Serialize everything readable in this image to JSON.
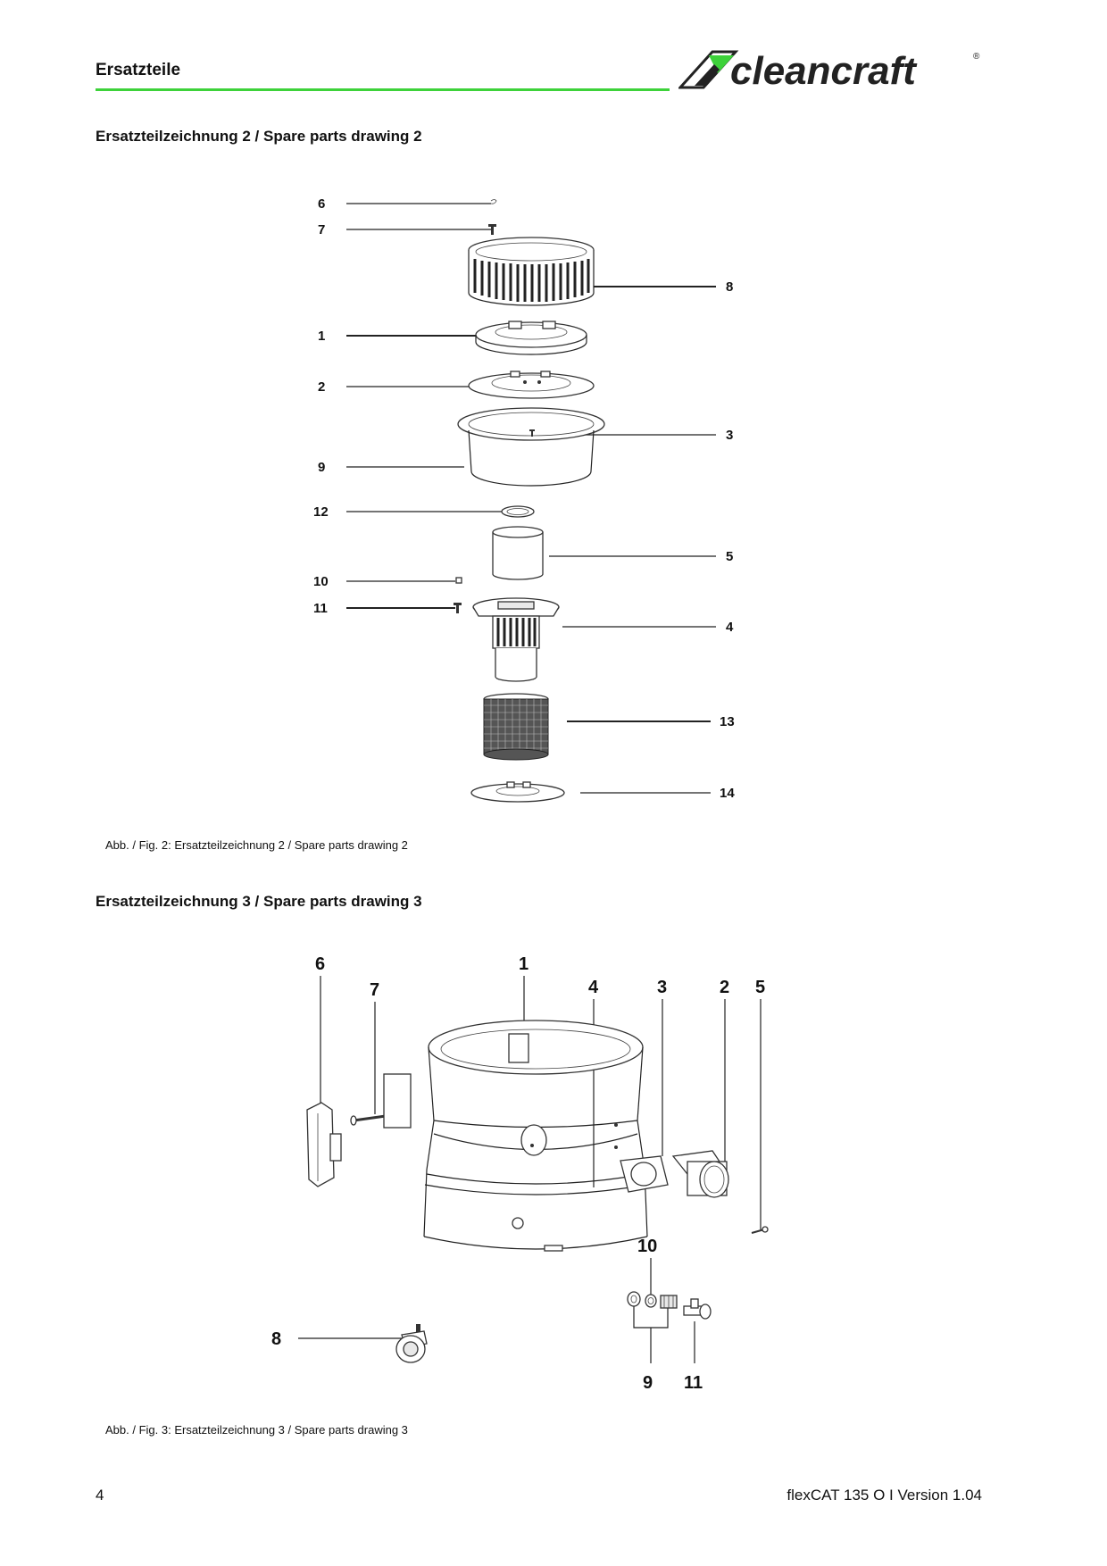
{
  "header": {
    "title": "Ersatzteile",
    "logo_text": "cleancraft",
    "logo_mark": "®",
    "accent_color": "#3dd23a"
  },
  "section2": {
    "title": "Ersatzteilzeichnung 2 / Spare parts drawing 2",
    "caption": "Abb. / Fig. 2: Ersatzteilzeichnung 2 / Spare parts drawing 2",
    "labels": [
      "6",
      "7",
      "8",
      "1",
      "2",
      "3",
      "9",
      "12",
      "5",
      "10",
      "11",
      "4",
      "13",
      "14"
    ]
  },
  "section3": {
    "title": "Ersatzteilzeichnung 3 / Spare parts drawing 3",
    "caption": "Abb. / Fig. 3: Ersatzteilzeichnung 3 / Spare parts drawing 3",
    "labels": [
      "6",
      "1",
      "7",
      "4",
      "3",
      "2",
      "5",
      "10",
      "8",
      "9",
      "11"
    ]
  },
  "footer": {
    "page_number": "4",
    "product": "flexCAT 135 O I Version 1.04"
  }
}
